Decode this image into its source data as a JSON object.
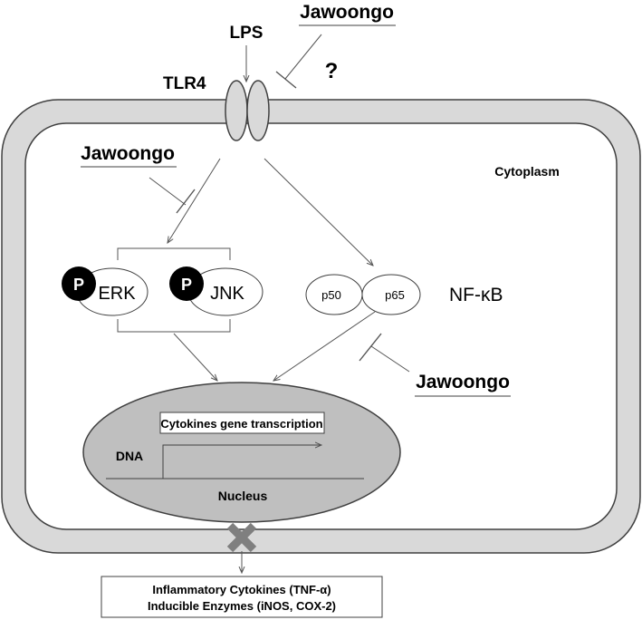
{
  "top": {
    "ligand": "LPS",
    "receptor": "TLR4",
    "inhibitor": "Jawoongo",
    "question": "?"
  },
  "cell": {
    "region_label": "Cytoplasm",
    "inhibitor_mapk": "Jawoongo",
    "inhibitor_nfkb": "Jawoongo"
  },
  "mapk": {
    "phospho_symbol": "P",
    "erk": "ERK",
    "jnk": "JNK"
  },
  "nfkb": {
    "subunit_a": "p50",
    "subunit_b": "p65",
    "complex": "NF-κB"
  },
  "nucleus": {
    "process": "Cytokines gene transcription",
    "dna": "DNA",
    "label": "Nucleus"
  },
  "output": {
    "line1": "Inflammatory Cytokines (TNF-α)",
    "line2": "Inducible Enzymes (iNOS, COX-2)"
  },
  "colors": {
    "membrane": "#d9d9d9",
    "nucleus": "#bfbfbf",
    "receptor": "#d9d9d9",
    "block_x": "#7f7f7f",
    "phospho": "#000000"
  }
}
